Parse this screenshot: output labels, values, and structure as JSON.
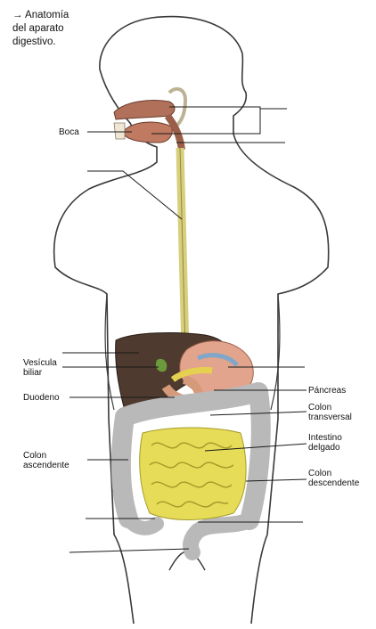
{
  "title": "→ Anatomía\ndel aparato\ndigestivo.",
  "labels": {
    "boca": "Boca",
    "vesicula": "Vesícula\nbiliar",
    "duodeno": "Duodeno",
    "pancreas": "Páncreas",
    "colon_transversal": "Colon\ntransversal",
    "intestino_delgado": "Intestino\ndelgado",
    "colon_ascendente": "Colon\nascendente",
    "colon_descendente": "Colon\ndescendente"
  },
  "colors": {
    "outline": "#3a3a3a",
    "esophagus": "#d8cf7a",
    "liver": "#4e3a2e",
    "stomach": "#e2a48c",
    "colon": "#b9b9b9",
    "small_intestine": "#e6dc57",
    "mouth": "#b0705a"
  }
}
